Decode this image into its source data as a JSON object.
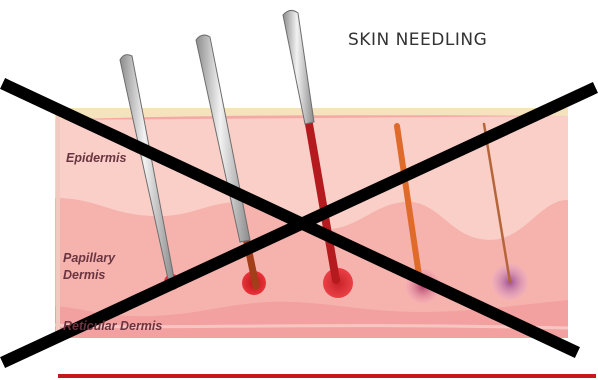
{
  "title": "SKIN NEEDLING",
  "layers": {
    "epidermis": "Epidermis",
    "papillary_line1": "Papillary",
    "papillary_line2": "Dermis",
    "reticular": "Reticular Dermis"
  },
  "colors": {
    "skin_top": "#f7e4b8",
    "epidermis": "#f9cdc6",
    "papillary": "#f7b2ad",
    "reticular": "#f5a7a5",
    "cross": "#000000",
    "underline": "#c8161d"
  },
  "icons": [
    "needle-icon",
    "cross-out-icon"
  ]
}
